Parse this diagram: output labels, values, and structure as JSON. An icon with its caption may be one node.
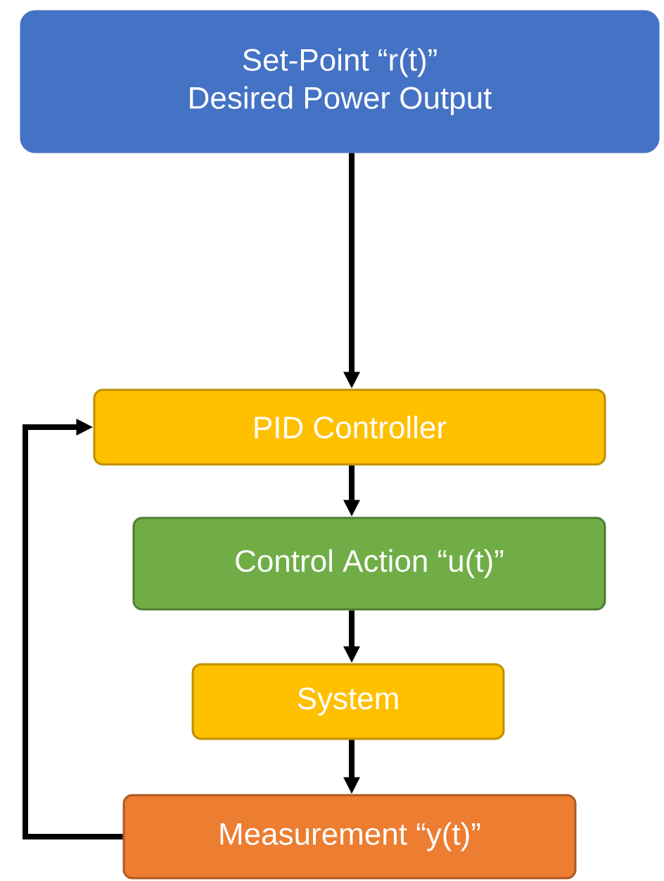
{
  "diagram": {
    "nodes": [
      {
        "text": [
          "Set-Point “r(t)”",
          "Desired Power Output"
        ]
      },
      {
        "text": [
          "PID Controller"
        ]
      },
      {
        "text": [
          "Control Action “u(t)”"
        ]
      },
      {
        "text": [
          "System"
        ]
      },
      {
        "text": [
          "Measurement “y(t)”"
        ]
      }
    ],
    "edges": [
      {
        "from": 0,
        "to": 1,
        "arrow": "to"
      },
      {
        "from": 1,
        "to": 2,
        "arrow": "to"
      },
      {
        "from": 2,
        "to": 3,
        "arrow": "to"
      },
      {
        "from": 3,
        "to": 4,
        "arrow": "to"
      },
      {
        "from": 4,
        "to": 1,
        "arrow": "to"
      }
    ]
  }
}
